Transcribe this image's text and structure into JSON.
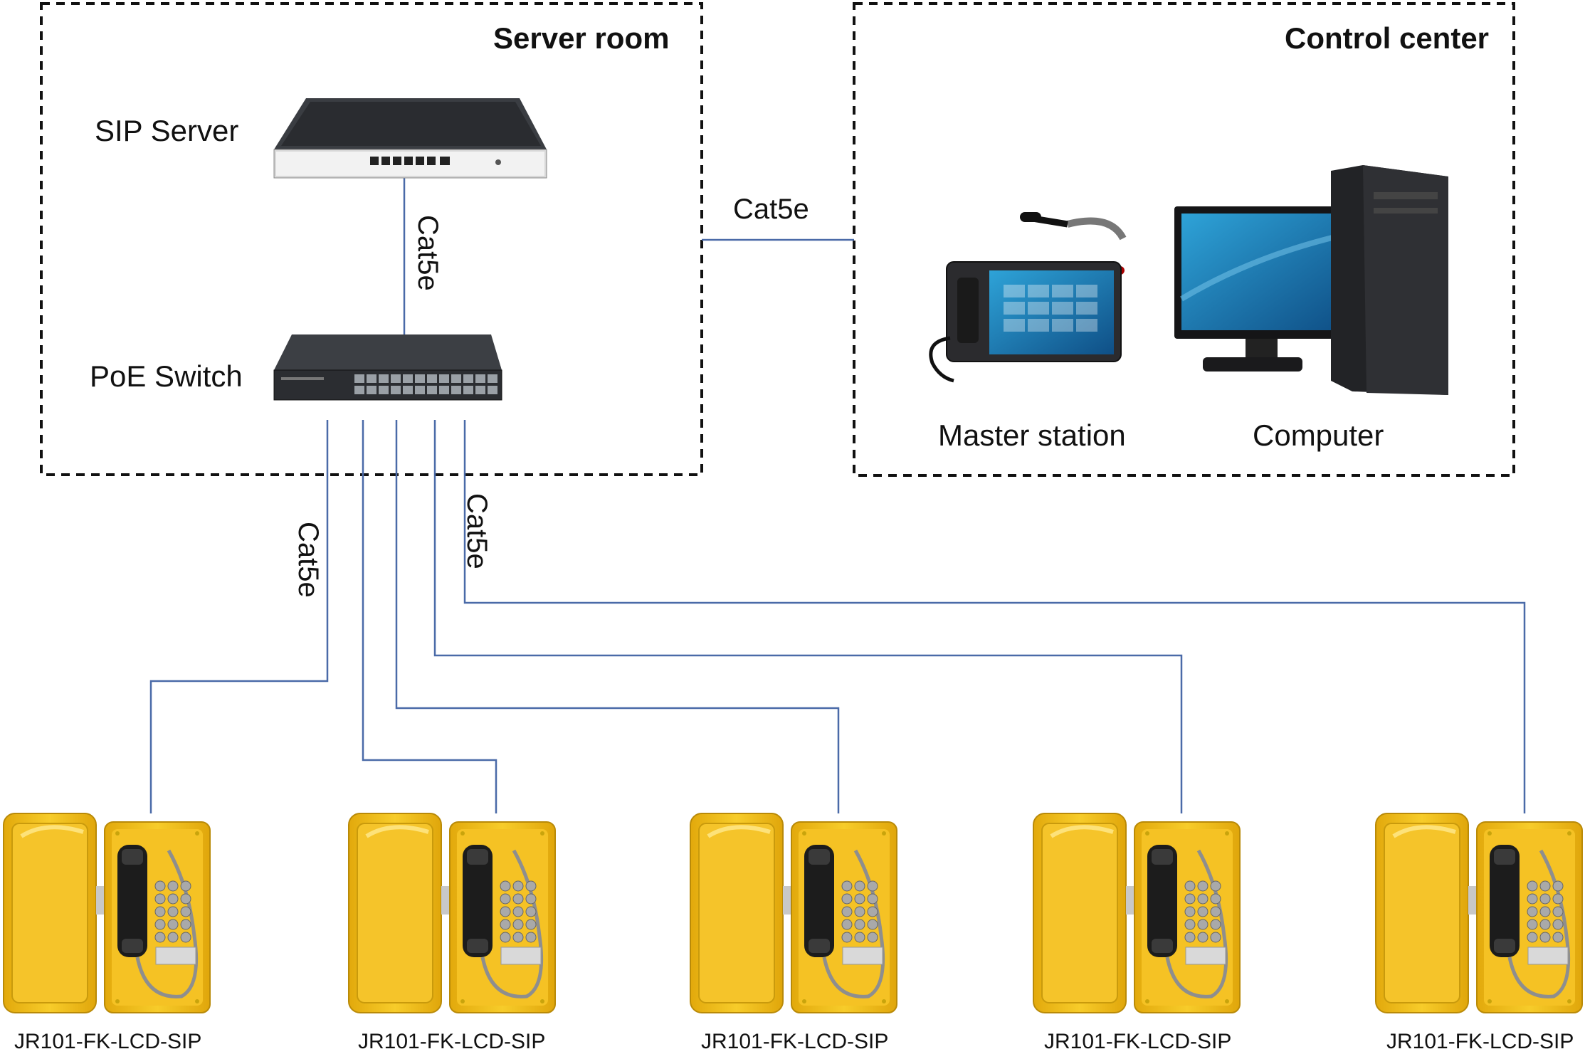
{
  "zones": {
    "server_room": "Server room",
    "control_center": "Control center"
  },
  "devices": {
    "sip_server": "SIP Server",
    "poe_switch": "PoE Switch",
    "master_station": "Master station",
    "computer": "Computer"
  },
  "cables": {
    "server_to_switch": "Cat5e",
    "rooms_link": "Cat5e",
    "switch_to_phones_a": "Cat5e",
    "switch_to_phones_b": "Cat5e"
  },
  "phones": [
    "JR101-FK-LCD-SIP",
    "JR101-FK-LCD-SIP",
    "JR101-FK-LCD-SIP",
    "JR101-FK-LCD-SIP",
    "JR101-FK-LCD-SIP"
  ],
  "colors": {
    "cable": "#4a6aa8",
    "phone_yellow": "#f3c21a",
    "device_dark": "#2b2d31",
    "screen_blue": "#1f7fb8"
  },
  "icons": [
    "server-icon",
    "switch-icon",
    "master-station-icon",
    "computer-icon",
    "emergency-phone-icon"
  ]
}
